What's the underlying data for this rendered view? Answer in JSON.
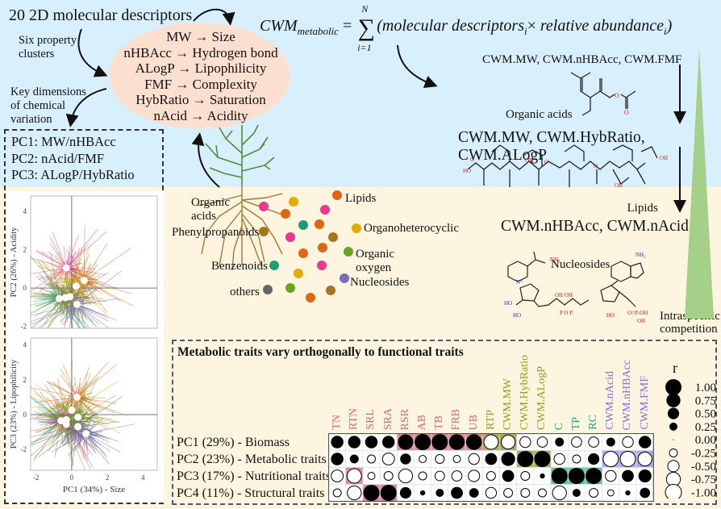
{
  "header": {
    "descriptors_title": "20 2D molecular descriptors",
    "six_clusters_label": [
      "Six property",
      "clusters"
    ],
    "key_dims_label": [
      "Key dimensions",
      "of chemical",
      "variation"
    ]
  },
  "clusters": [
    "MW → Size",
    "nHBAcc → Hydrogen bond",
    "ALogP → Lipophilicity",
    "FMF → Complexity",
    "HybRatio → Saturation",
    "nAcid → Acidity"
  ],
  "pc_summary": [
    "PC1: MW/nHBAcc",
    "PC2: nAcid/FMF",
    "PC3: ALogP/HybRatio"
  ],
  "formula": {
    "lhs": "CWM",
    "lhs_sub": "metabolic",
    "sum_upper": "N",
    "sum_lower": "i=1",
    "term1": "(molecular descriptors",
    "term1_sub": "i",
    "times": "×",
    "term2": " relative abundance",
    "term2_sub": "i",
    "close": ")"
  },
  "right_panel": {
    "stage1_label": "CWM.MW, CWM.nHBAcc, CWM.FMF",
    "stage1_class": "Organic acids",
    "stage2_label": "CWM.MW, CWM.HybRatio, CWM.ALogP",
    "stage2_class": "Lipids",
    "stage3_label": "CWM.nHBAcc, CWM.nAcid",
    "stage3_class": "Nucleosides",
    "gradient_label": [
      "Intraspecific",
      "competition"
    ],
    "gradient_color": "#a5d08a"
  },
  "root_classes": [
    {
      "name": "Organic acids",
      "color": "#e8388f"
    },
    {
      "name": "Lipids",
      "color": "#e0650e"
    },
    {
      "name": "Phenylpropanoids",
      "color": "#a6761d"
    },
    {
      "name": "Organoheterocyclic",
      "color": "#e6ab02"
    },
    {
      "name": "Organic oxygen",
      "color": "#66a61e"
    },
    {
      "name": "Benzenoids",
      "color": "#1b9e77"
    },
    {
      "name": "Nucleosides",
      "color": "#7570b3"
    },
    {
      "name": "others",
      "color": "#666666"
    }
  ],
  "chart_data": [
    {
      "type": "scatter",
      "title": "",
      "xlabel": "",
      "ylabel": "PC2 (26%) - Acidity",
      "xlim": [
        -2.3,
        4.8
      ],
      "ylim": [
        -2.1,
        4.8
      ],
      "xticks": [
        -2,
        0,
        2,
        4
      ],
      "yticks": [
        -2,
        0,
        2,
        4
      ],
      "centroids": [
        {
          "x": -0.3,
          "y": 1.05,
          "class": "Organic acids"
        },
        {
          "x": 0.7,
          "y": 0.4,
          "class": "Lipids"
        },
        {
          "x": 0.25,
          "y": 0.1,
          "class": "Organoheterocyclic"
        },
        {
          "x": -0.7,
          "y": -0.55,
          "class": "Benzenoids"
        },
        {
          "x": -0.35,
          "y": -0.5,
          "class": "Organic oxygen"
        },
        {
          "x": -0.1,
          "y": -0.45,
          "class": "Phenylpropanoids"
        },
        {
          "x": 0.3,
          "y": -0.85,
          "class": "Nucleosides"
        }
      ]
    },
    {
      "type": "scatter",
      "title": "",
      "xlabel": "PC1 (34%) - Size",
      "ylabel": "PC3 (23%) - Lipophilicity",
      "xlim": [
        -2.3,
        4.8
      ],
      "ylim": [
        -3.2,
        4.4
      ],
      "xticks": [
        -2,
        0,
        2,
        4
      ],
      "yticks": [
        -2,
        0,
        2,
        4
      ],
      "centroids": [
        {
          "x": 0.3,
          "y": 1.0,
          "class": "Lipids"
        },
        {
          "x": 0.0,
          "y": 0.25,
          "class": "Organoheterocyclic"
        },
        {
          "x": -0.6,
          "y": -0.35,
          "class": "Benzenoids"
        },
        {
          "x": -0.3,
          "y": -0.3,
          "class": "Organic acids"
        },
        {
          "x": -0.3,
          "y": -0.55,
          "class": "Phenylpropanoids"
        },
        {
          "x": 0.35,
          "y": -0.15,
          "class": "Organic oxygen"
        },
        {
          "x": 0.35,
          "y": -0.7,
          "class": "others"
        },
        {
          "x": 0.8,
          "y": -1.1,
          "class": "Nucleosides"
        }
      ]
    },
    {
      "type": "heatmap",
      "title": "Metabolic traits vary orthogonally to functional traits",
      "legend_title": "r",
      "legend_values": [
        "1.00",
        "0.75",
        "0.50",
        "0.25",
        "0.00",
        "-0.25",
        "-0.50",
        "-0.75",
        "-1.00"
      ],
      "rows": [
        "PC1 (29%) - Biomass",
        "PC2 (23%) - Metabolic traits",
        "PC3 (17%) - Nutritional traits",
        "PC4 (11%) - Structural traits"
      ],
      "columns": [
        {
          "name": "TN",
          "group": "pink"
        },
        {
          "name": "RTN",
          "group": "pink"
        },
        {
          "name": "SRL",
          "group": "pink"
        },
        {
          "name": "SRA",
          "group": "pink"
        },
        {
          "name": "RSR",
          "group": "pink"
        },
        {
          "name": "AB",
          "group": "pink"
        },
        {
          "name": "TB",
          "group": "pink"
        },
        {
          "name": "FRB",
          "group": "pink"
        },
        {
          "name": "UB",
          "group": "pink"
        },
        {
          "name": "RTP",
          "group": "olive"
        },
        {
          "name": "CWM.MW",
          "group": "olive"
        },
        {
          "name": "CWM.HybRatio",
          "group": "olive"
        },
        {
          "name": "CWM.ALogP",
          "group": "olive"
        },
        {
          "name": "C",
          "group": "teal"
        },
        {
          "name": "TP",
          "group": "teal"
        },
        {
          "name": "RC",
          "group": "teal"
        },
        {
          "name": "CWM.nAcid",
          "group": "violet"
        },
        {
          "name": "CWM.nHBAcc",
          "group": "violet"
        },
        {
          "name": "CWM.FMF",
          "group": "violet"
        }
      ],
      "group_colors": {
        "pink": "#d9667f",
        "olive": "#9a9a1d",
        "teal": "#1f9e85",
        "violet": "#7b6fe0"
      },
      "highlight_colors": {
        "pink": "#dc8c9a",
        "olive": "#b0ad5a",
        "teal": "#5fbfa2",
        "violet": "#b3a8ee"
      },
      "values": [
        [
          0.6,
          0.6,
          0.6,
          0.6,
          0.9,
          1.0,
          1.0,
          0.95,
          0.95,
          -0.8,
          -0.75,
          -0.45,
          -0.4,
          0.3,
          -0.4,
          -0.4,
          0.3,
          -0.45,
          0.6
        ],
        [
          0.6,
          0.3,
          -0.25,
          -0.55,
          0.45,
          -0.2,
          -0.3,
          -0.2,
          -0.45,
          0.55,
          0.75,
          1.0,
          1.0,
          -0.45,
          -0.25,
          0.5,
          -0.9,
          -0.9,
          -0.75
        ],
        [
          -0.55,
          -0.8,
          -0.2,
          -0.3,
          -0.75,
          -0.25,
          -0.35,
          -0.4,
          -0.5,
          -0.3,
          0.55,
          -0.3,
          0.1,
          1.0,
          1.0,
          1.0,
          -0.45,
          0.55,
          0.65
        ],
        [
          -0.25,
          -0.75,
          1.0,
          1.0,
          0.5,
          0.1,
          0.25,
          0.55,
          0.35,
          -0.45,
          -0.3,
          -0.3,
          -0.25,
          -0.75,
          0.25,
          -0.3,
          -0.15,
          0.1,
          0.4
        ]
      ],
      "highlighted_cells": [
        {
          "row": 0,
          "cols": [
            4,
            5,
            6,
            7,
            8
          ],
          "group": "pink"
        },
        {
          "row": 0,
          "cols": [
            9,
            10
          ],
          "group": "olive"
        },
        {
          "row": 1,
          "cols": [
            11,
            12
          ],
          "group": "olive"
        },
        {
          "row": 1,
          "cols": [
            16,
            17,
            18
          ],
          "group": "violet"
        },
        {
          "row": 2,
          "cols": [
            1
          ],
          "group": "pink"
        },
        {
          "row": 2,
          "cols": [
            13,
            14,
            15
          ],
          "group": "teal"
        },
        {
          "row": 3,
          "cols": [
            2,
            3
          ],
          "group": "pink"
        }
      ]
    }
  ]
}
